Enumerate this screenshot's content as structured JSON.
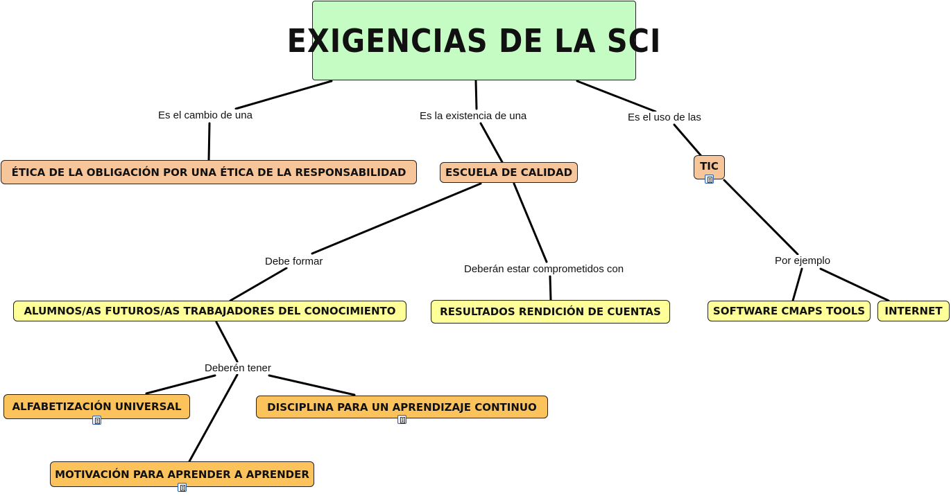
{
  "title": "EXIGENCIAS DE LA SCI",
  "concepts": {
    "etica": "ÉTICA DE LA OBLIGACIÓN POR UNA ÉTICA DE LA RESPONSABILIDAD",
    "escuela": "ESCUELA DE CALIDAD",
    "tic": "TIC",
    "alumnos": "ALUMNOS/AS FUTUROS/AS TRABAJADORES DEL CONOCIMIENTO",
    "resultados": "RESULTADOS RENDICIÓN DE CUENTAS",
    "software": "SOFTWARE CMAPS TOOLS",
    "internet": "INTERNET",
    "alfabetizacion": "ALFABETIZACIÓN UNIVERSAL",
    "disciplina": "DISCIPLINA PARA UN APRENDIZAJE CONTINUO",
    "motivacion": "MOTIVACIÓN PARA APRENDER A APRENDER"
  },
  "linking_phrases": {
    "cambio": "Es el cambio de una",
    "existencia": "Es la existencia de una",
    "uso": "Es el uso de las",
    "formar": "Debe formar",
    "comprometidos": "Deberán estar comprometidos con",
    "ejemplo": "Por ejemplo",
    "tener": "Deberén tener"
  },
  "icons": {
    "resource": "document-icon"
  },
  "colors": {
    "title_fill": "#c4fcc4",
    "peach_fill": "#f7c59a",
    "yellow_fill": "#ffff99",
    "orange_fill": "#fcc25c",
    "link_line": "#000000"
  }
}
